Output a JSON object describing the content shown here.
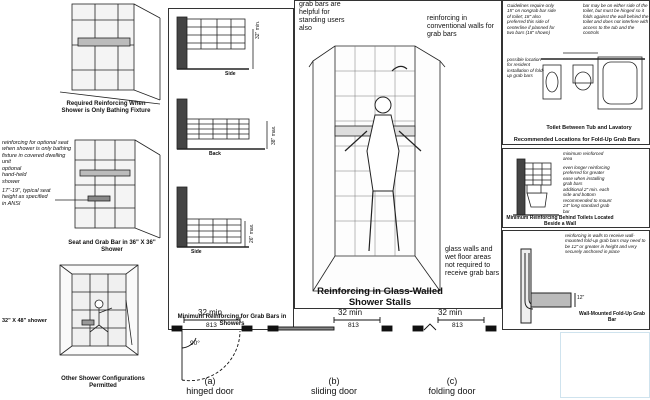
{
  "left": {
    "caption_top": "Required Reinforcing When Shower is Only Bathing Fixture",
    "note_optional": "reinforcing for optional seat when shower is only bathing fixture in covered dwelling unit",
    "note_handheld": "optional hand-held shower",
    "note_height": "17\"-19\", typical seat height as specified in ANSI",
    "caption_mid": "Seat and Grab Bar in 36\" X 36\" Shower",
    "shower_size": "32\" X 48\" shower",
    "caption_bottom": "Other Shower Configurations Permitted"
  },
  "middle": {
    "label_side_top": "Side",
    "label_back": "Back",
    "label_side_bottom": "Side",
    "dim_a": "32\" min.",
    "dim_b": "38\" max.",
    "dim_c": "26\" max.",
    "caption": "Minimum Reinforcing for Grab Bars in Showers"
  },
  "center": {
    "note_grab": "grab bars are helpful for standing users also",
    "note_reinforce": "reinforcing in conventional walls for grab bars",
    "note_glass": "glass walls and wet floor areas not required to receive grab bars",
    "title": "Reinforcing in Glass-Walled Shower Stalls"
  },
  "right": {
    "note_guidelines": "Guidelines require only 15\" on nongrab bar side of toilet; 18\" also preferred this side of centerline if planned for two bars (18\" shown)",
    "note_either": "bar may be on either side of the toilet, but must be hinged so it folds against the wall behind the toilet and does not interfere with access to the tub and the controls",
    "note_possible": "possible location for resident installation of fold-up grab bars",
    "caption_toilet": "Toilet Between Tub and Lavatory",
    "caption_reco": "Recommended Locations for Fold-Up Grab Bars",
    "note_min": "minimum reinforced area",
    "note_longer": "even longer reinforcing preferred for greater ease when installing grab bars",
    "note_additional": "additional 2\" min. each side and bottom recommended to mount 24\" long standard grab bar",
    "caption_behind": "Minimum Reinforcing Behind Toilets Located Beside a Wall",
    "note_walls": "reinforcing in walls to receive wall-mounted fold-up grab bars may need to be 12\" or greater in height and very securely anchored in place",
    "dim_12": "12\"",
    "caption_wall": "Wall-Mounted Fold-Up Grab Bar"
  },
  "doors": {
    "items": [
      {
        "min": "32 min",
        "mm": "813",
        "letter": "(a)",
        "label": "hinged door",
        "angle": "90°"
      },
      {
        "min": "32 min",
        "mm": "813",
        "letter": "(b)",
        "label": "sliding door"
      },
      {
        "min": "32 min",
        "mm": "813",
        "letter": "(c)",
        "label": "folding door"
      }
    ]
  },
  "colors": {
    "line": "#222222",
    "tile": "#555555",
    "highlight": "#c9dfec"
  }
}
